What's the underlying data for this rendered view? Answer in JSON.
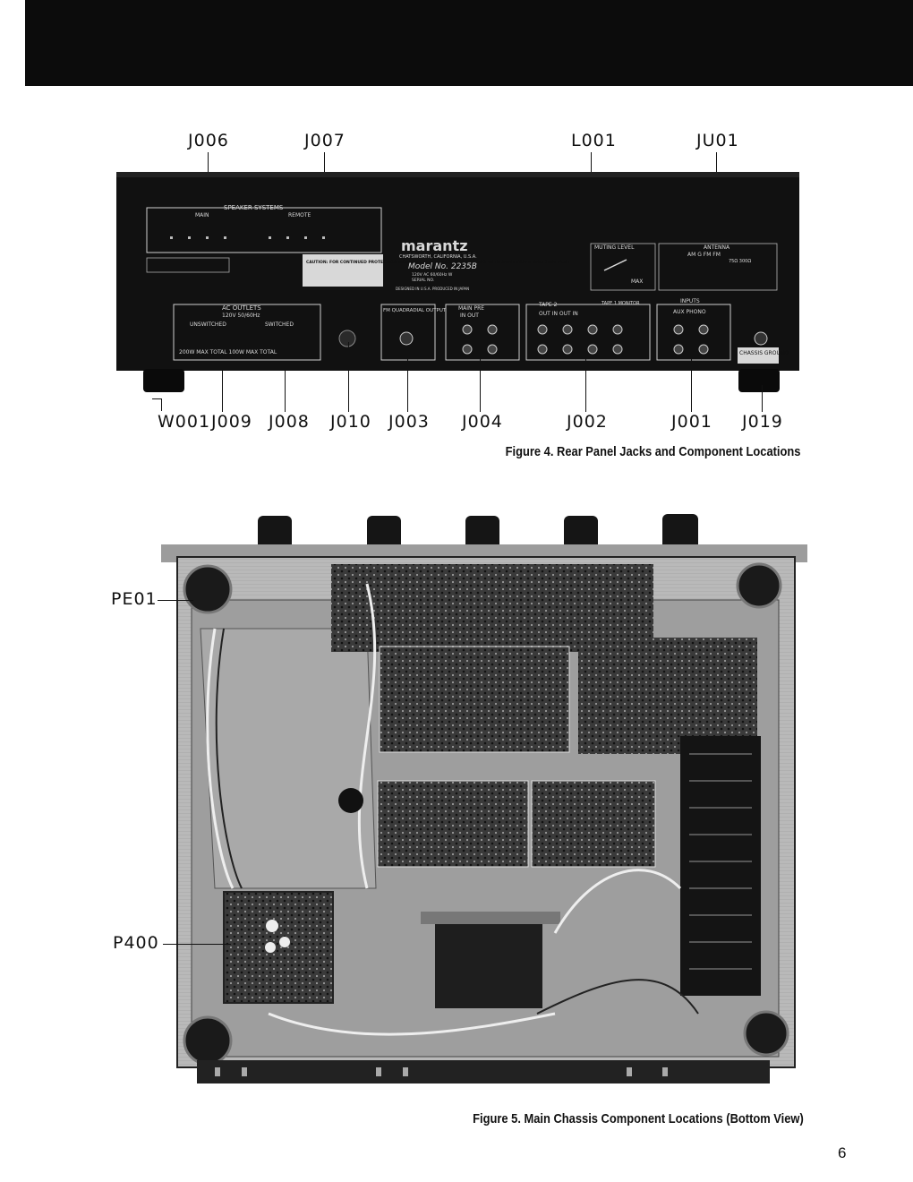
{
  "figure4": {
    "caption": "Figure 4.  Rear Panel Jacks and Component Locations",
    "callouts_top": [
      "J006",
      "J007",
      "L001",
      "JU01"
    ],
    "callouts_bottom": [
      "W001",
      "J009",
      "J008",
      "J010",
      "J003",
      "J004",
      "J002",
      "J001",
      "J019"
    ],
    "panel": {
      "speaker_systems": "SPEAKER SYSTEMS",
      "main": "MAIN",
      "remote": "REMOTE",
      "brand": "marantz",
      "location": "CHATSWORTH, CALIFORNIA, U.S.A.",
      "model": "Model No. 2235B",
      "power": "120V  AC  60/60Hz  W",
      "serial": "SERIAL NO.",
      "designed": "DESIGNED IN U.S.A.  PRODUCED IN JAPAN",
      "caution": "CAUTION: FOR CONTINUED PROTECTION AGAINST FIRE HAZARD, REPLACE ONLY WITH SAME TYPE 4 AMP. 250V FUSE",
      "ac_outlets": "AC OUTLETS",
      "ac_spec": "120V 50/60Hz",
      "unswitched": "UNSWITCHED",
      "switched": "SWITCHED",
      "ac_max": "200W MAX TOTAL   100W MAX TOTAL",
      "fm_quad": "FM QUADRADIAL OUTPUT",
      "main_pre": "MAIN   PRE",
      "in_out": "IN    OUT",
      "tape2": "TAPE 2",
      "tape1": "TAPE 1 MONITOR",
      "out_in": "OUT   IN   OUT   IN",
      "inputs": "INPUTS",
      "aux_phono": "AUX  PHONO",
      "muting": "MUTING LEVEL",
      "max": "MAX",
      "antenna": "ANTENNA",
      "antenna_bands": "AM  G  FM  FM",
      "antenna_ohms": "75Ω 300Ω",
      "chassis_ground": "CHASSIS GROUND"
    }
  },
  "figure5": {
    "caption": "Figure 5.  Main Chassis Component Locations (Bottom View)",
    "callouts": [
      "PE01",
      "P400"
    ]
  },
  "page_number": "6"
}
